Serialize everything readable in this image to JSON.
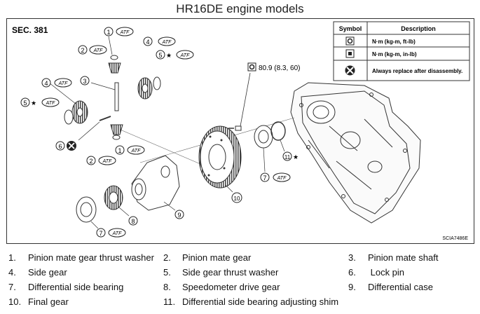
{
  "title": "HR16DE engine models",
  "section": "SEC. 381",
  "image_code": "SCIA7486E",
  "torque_value": "80.9 (8.3, 60)",
  "symbol_table": {
    "header_symbol": "Symbol",
    "header_description": "Description",
    "rows": [
      {
        "symbol": "torque-wrench-icon",
        "description": "N·m (kg-m, ft-lb)"
      },
      {
        "symbol": "torque-wrench-small-icon",
        "description": "N·m (kg-m, in-lb)"
      },
      {
        "symbol": "replace-icon",
        "description": "Always replace after disassembly."
      }
    ]
  },
  "callouts": {
    "atf": "ATF",
    "star": "★",
    "n1": "1",
    "n2": "2",
    "n3": "3",
    "n4": "4",
    "n5": "5",
    "n6": "6",
    "n7": "7",
    "n8": "8",
    "n9": "9",
    "n10": "10",
    "n11": "11"
  },
  "parts": [
    {
      "num": "1.",
      "name": "Pinion mate gear thrust washer"
    },
    {
      "num": "2.",
      "name": "Pinion mate gear"
    },
    {
      "num": "3.",
      "name": "Pinion mate shaft"
    },
    {
      "num": "4.",
      "name": "Side gear"
    },
    {
      "num": "5.",
      "name": "Side gear thrust washer"
    },
    {
      "num": "6.",
      "name": " Lock pin"
    },
    {
      "num": "7.",
      "name": "Differential side bearing"
    },
    {
      "num": "8.",
      "name": "Speedometer drive gear"
    },
    {
      "num": "9.",
      "name": "Differential case"
    },
    {
      "num": "10.",
      "name": "Final gear"
    },
    {
      "num": "11.",
      "name": "Differential side bearing adjusting shim"
    }
  ]
}
